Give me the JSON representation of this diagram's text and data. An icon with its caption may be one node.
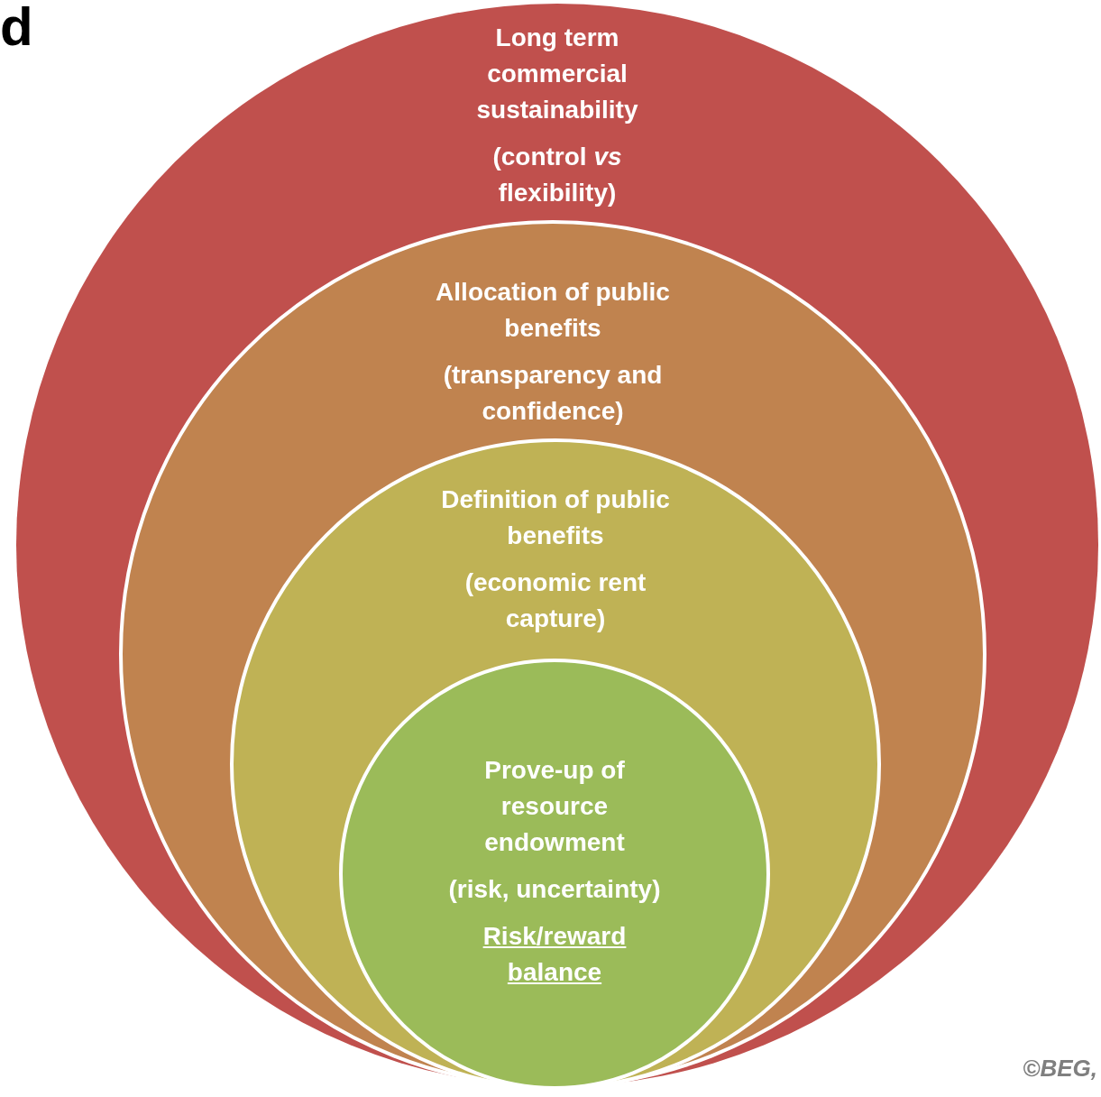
{
  "diagram": {
    "nodes": [
      {
        "text": [
          "Long term commercial sustainability",
          "(control *vs* flexibility)"
        ]
      },
      {
        "text": [
          "Allocation of public benefits",
          "(transparency and confidence)"
        ],
        "in": 0
      },
      {
        "text": [
          "Definition of public benefits",
          "(economic rent capture)"
        ],
        "in": 1
      },
      {
        "text": [
          "Prove-up of resource endowment",
          "(risk, uncertainty)",
          "Risk/reward balance"
        ],
        "in": 2
      }
    ],
    "labels": [
      "d",
      "©BEG,"
    ]
  }
}
